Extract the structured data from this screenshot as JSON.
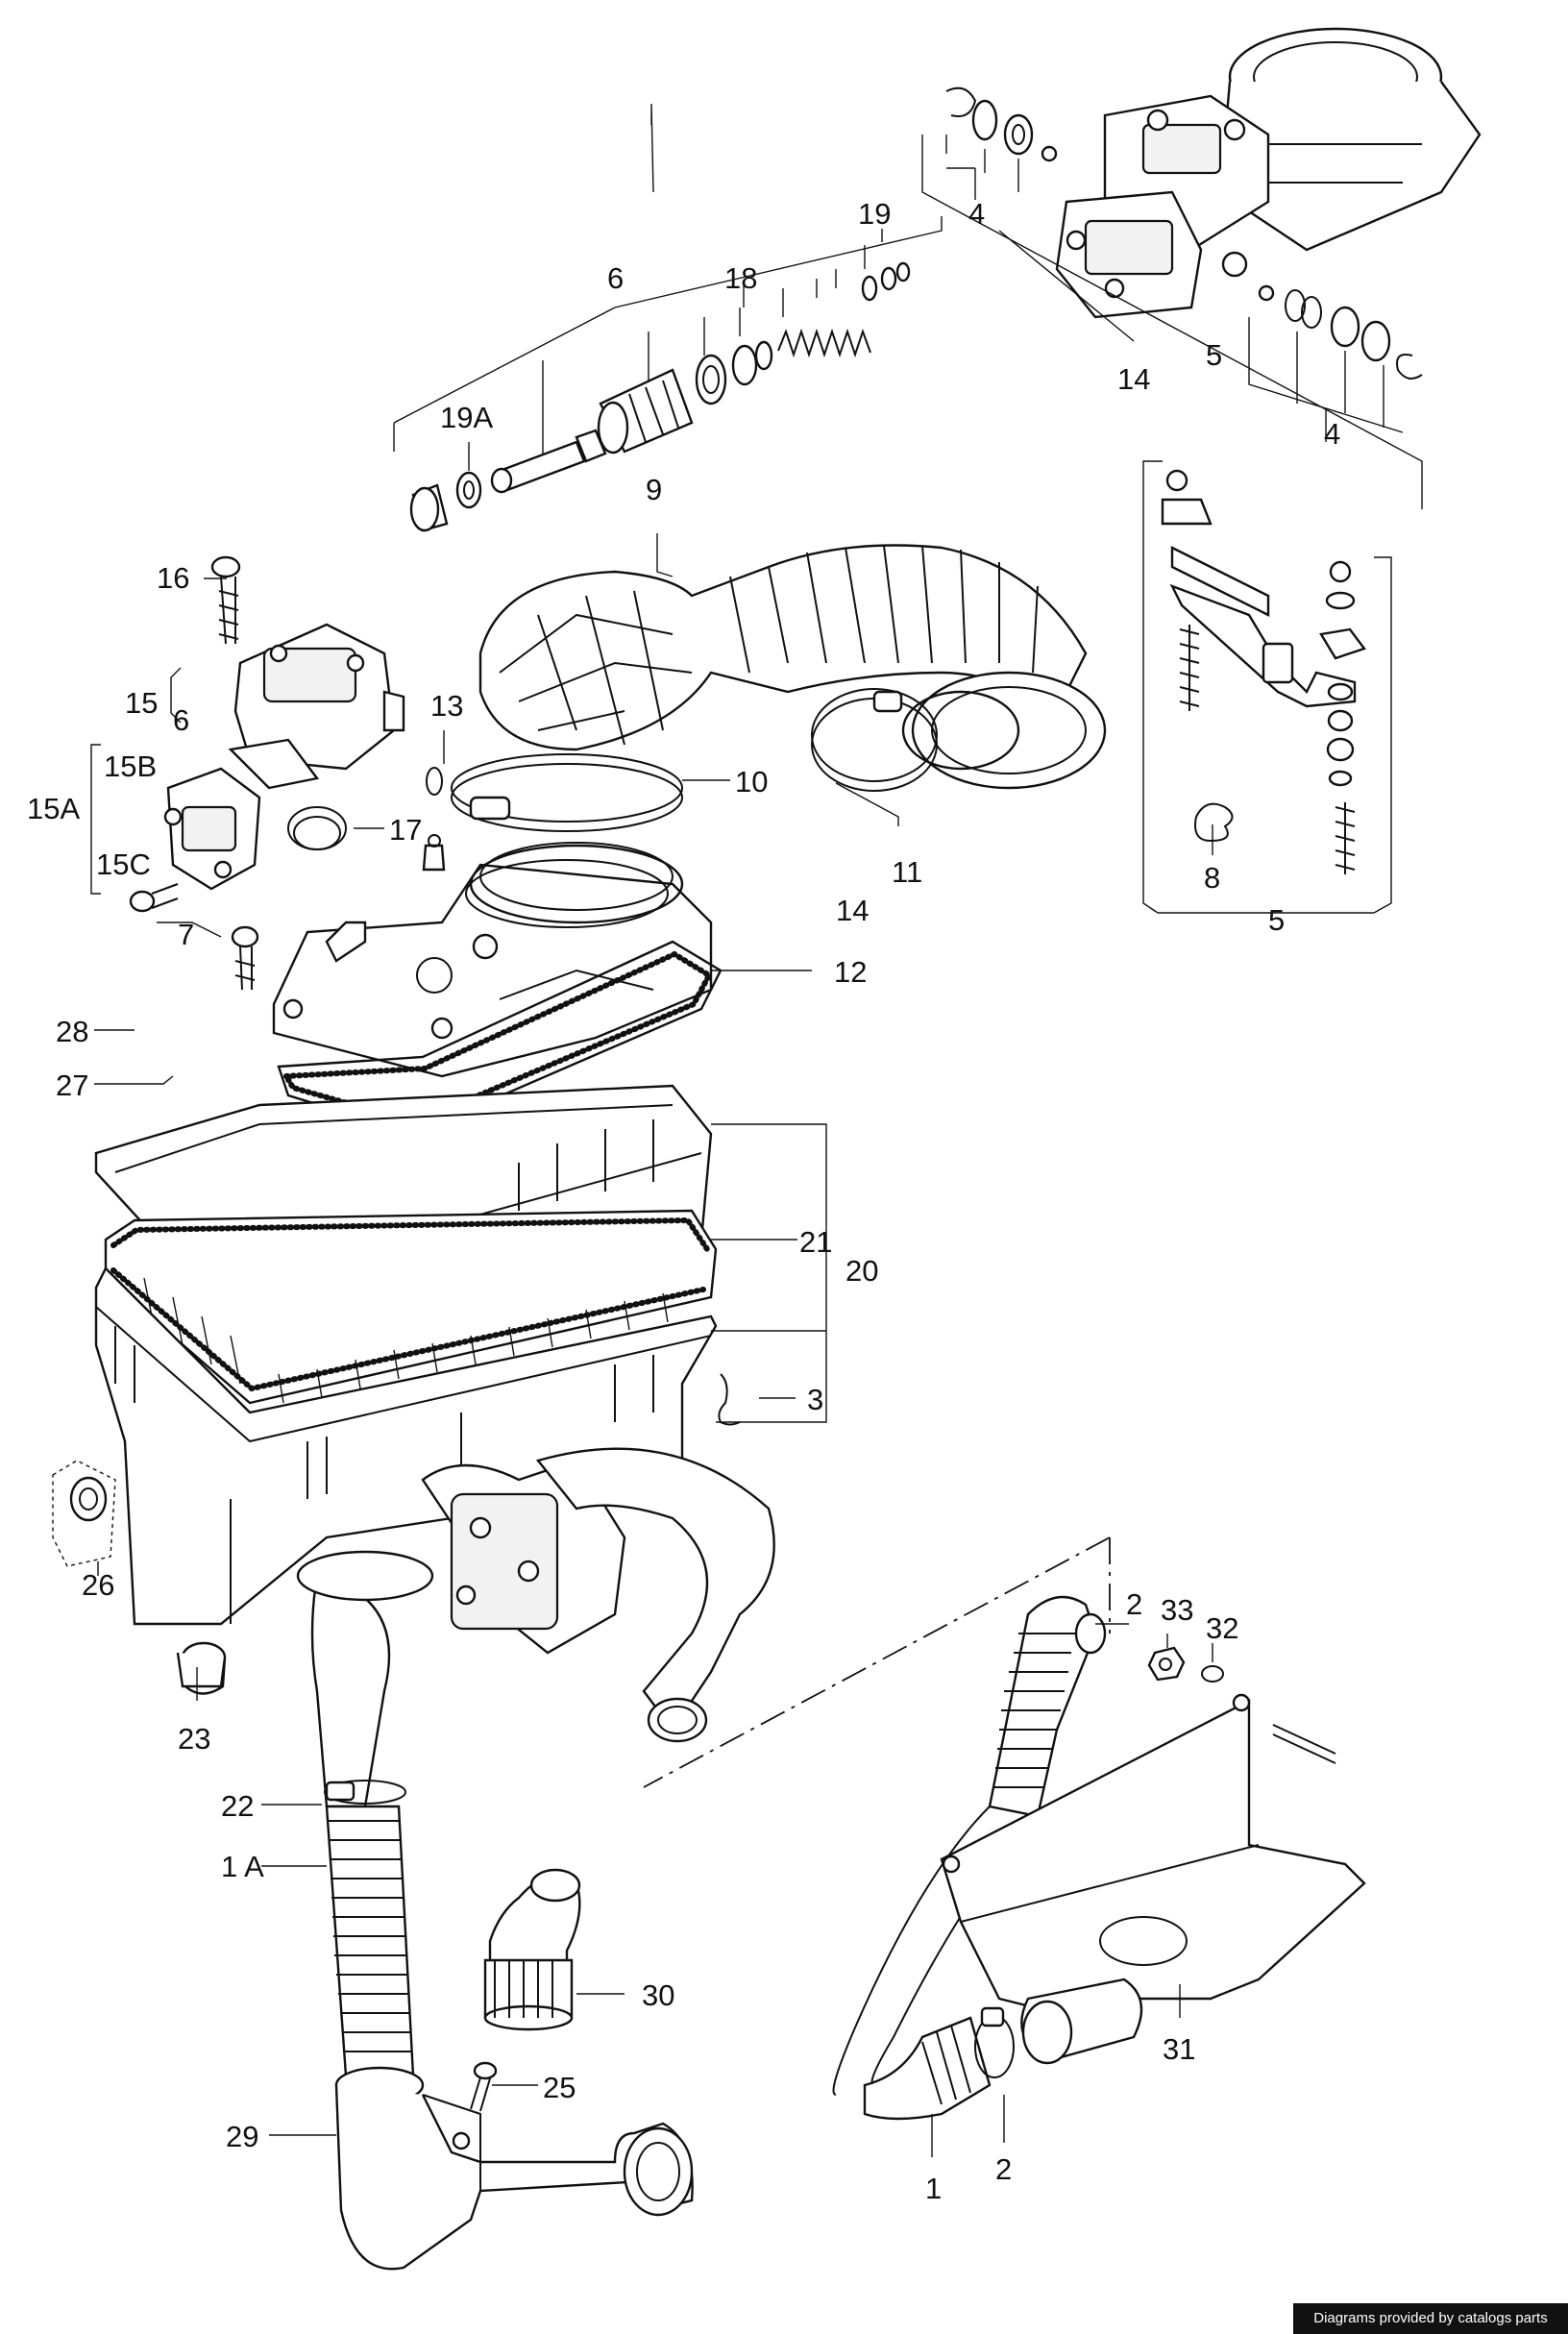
{
  "parts": {
    "p1": "1",
    "p1a": "1 A",
    "p2": "2",
    "p3": "3",
    "p4": "4",
    "p5": "5",
    "p6": "6",
    "p7": "7",
    "p8": "8",
    "p9": "9",
    "p10": "10",
    "p11": "11",
    "p12": "12",
    "p13": "13",
    "p14": "14",
    "p15": "15",
    "p15a": "15A",
    "p15b": "15B",
    "p15c": "15C",
    "p16": "16",
    "p17": "17",
    "p18": "18",
    "p19": "19",
    "p19a": "19A",
    "p20": "20",
    "p21": "21",
    "p22": "22",
    "p23": "23",
    "p25": "25",
    "p26": "26",
    "p27": "27",
    "p28": "28",
    "p29": "29",
    "p30": "30",
    "p31": "31",
    "p32": "32",
    "p33": "33"
  },
  "credit": "Diagrams provided by catalogs parts"
}
